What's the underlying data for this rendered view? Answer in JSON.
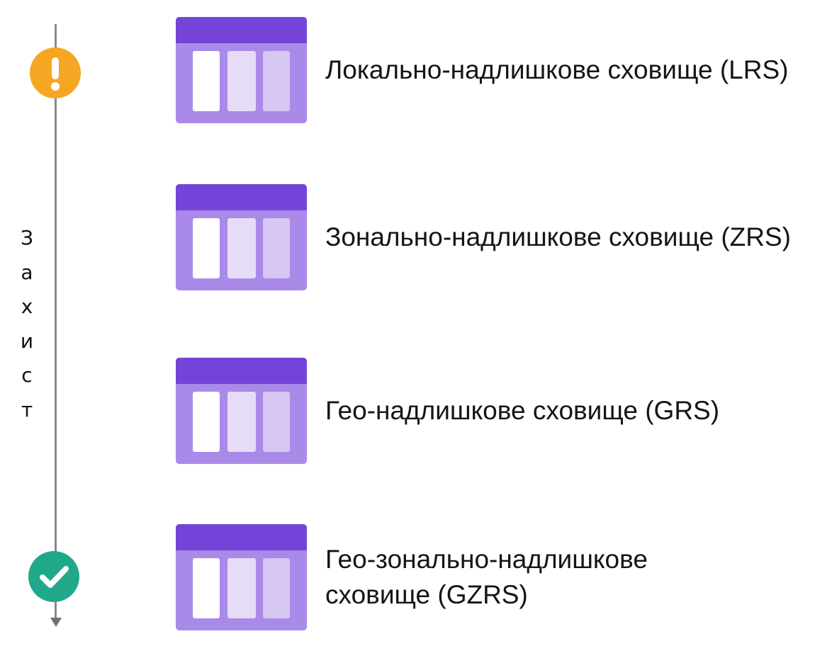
{
  "axis": {
    "label": "Захист",
    "letters": [
      "З",
      "а",
      "х",
      "и",
      "с",
      "т"
    ]
  },
  "markers": {
    "top": {
      "icon": "exclamation-icon",
      "color": "#f5a623"
    },
    "bottom": {
      "icon": "checkmark-icon",
      "color": "#20a88a"
    }
  },
  "icon_colors": {
    "header": "#7444d8",
    "body": "#a98ae8",
    "panel": "#ffffff"
  },
  "tiers": [
    {
      "label": "Локально-надлишкове сховище (LRS)"
    },
    {
      "label": "Зонально-надлишкове сховище (ZRS)"
    },
    {
      "label": "Гео-надлишкове сховище (GRS)"
    },
    {
      "label": "Гео-зонально-надлишкове\nсховище (GZRS)"
    }
  ]
}
